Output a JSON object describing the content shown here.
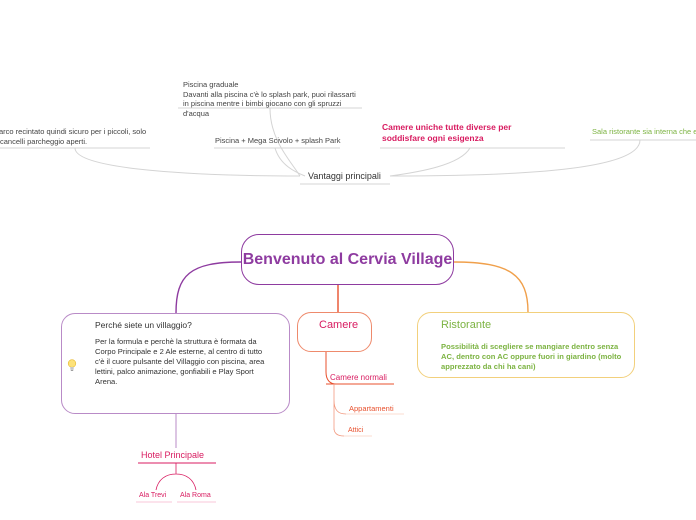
{
  "root": {
    "title": "Benvenuto al Cervia Village"
  },
  "vantaggi": {
    "label": "Vantaggi principali",
    "items": [
      "Parco recintato quindi sicuro per i piccoli, solo cancelli parcheggio aperti.",
      "Piscina graduale\nDavanti alla piscina c'è lo splash park, puoi rilassarti in piscina mentre i bimbi giocano con gli spruzzi d'acqua",
      "Piscina + Mega Scivolo + splash Park",
      "Camere uniche tutte diverse per soddisfare ogni esigenza",
      "Sala ristorante sia interna che esterna"
    ]
  },
  "villaggio": {
    "title": "Perché siete un villaggio?",
    "body": "Per la formula e perchè la struttura è formata da Corpo Principale e 2 Ale esterne, al centro di tutto c'è il cuore pulsante del Villaggio con piscina, area lettini, palco animazione, gonfiabili e Play Sport Arena.",
    "icon": "lightbulb-icon",
    "children": {
      "label": "Hotel Principale",
      "items": [
        "Ala Trevi",
        "Ala Roma"
      ]
    }
  },
  "camere": {
    "title": "Camere",
    "children": {
      "label": "Camere normali",
      "items": [
        "Appartamenti",
        "Attici"
      ]
    }
  },
  "ristorante": {
    "title": "Ristorante",
    "body": "Possibilità di scegliere se mangiare dentro senza AC, dentro con AC oppure fuori in giardino (molto apprezzato da chi ha cani)"
  },
  "colors": {
    "purple": "#8e3ba0",
    "pink": "#d81b60",
    "coral": "#e8512e",
    "orange": "#f0a04b",
    "green": "#7cb342",
    "grey": "#cfcfcf"
  }
}
